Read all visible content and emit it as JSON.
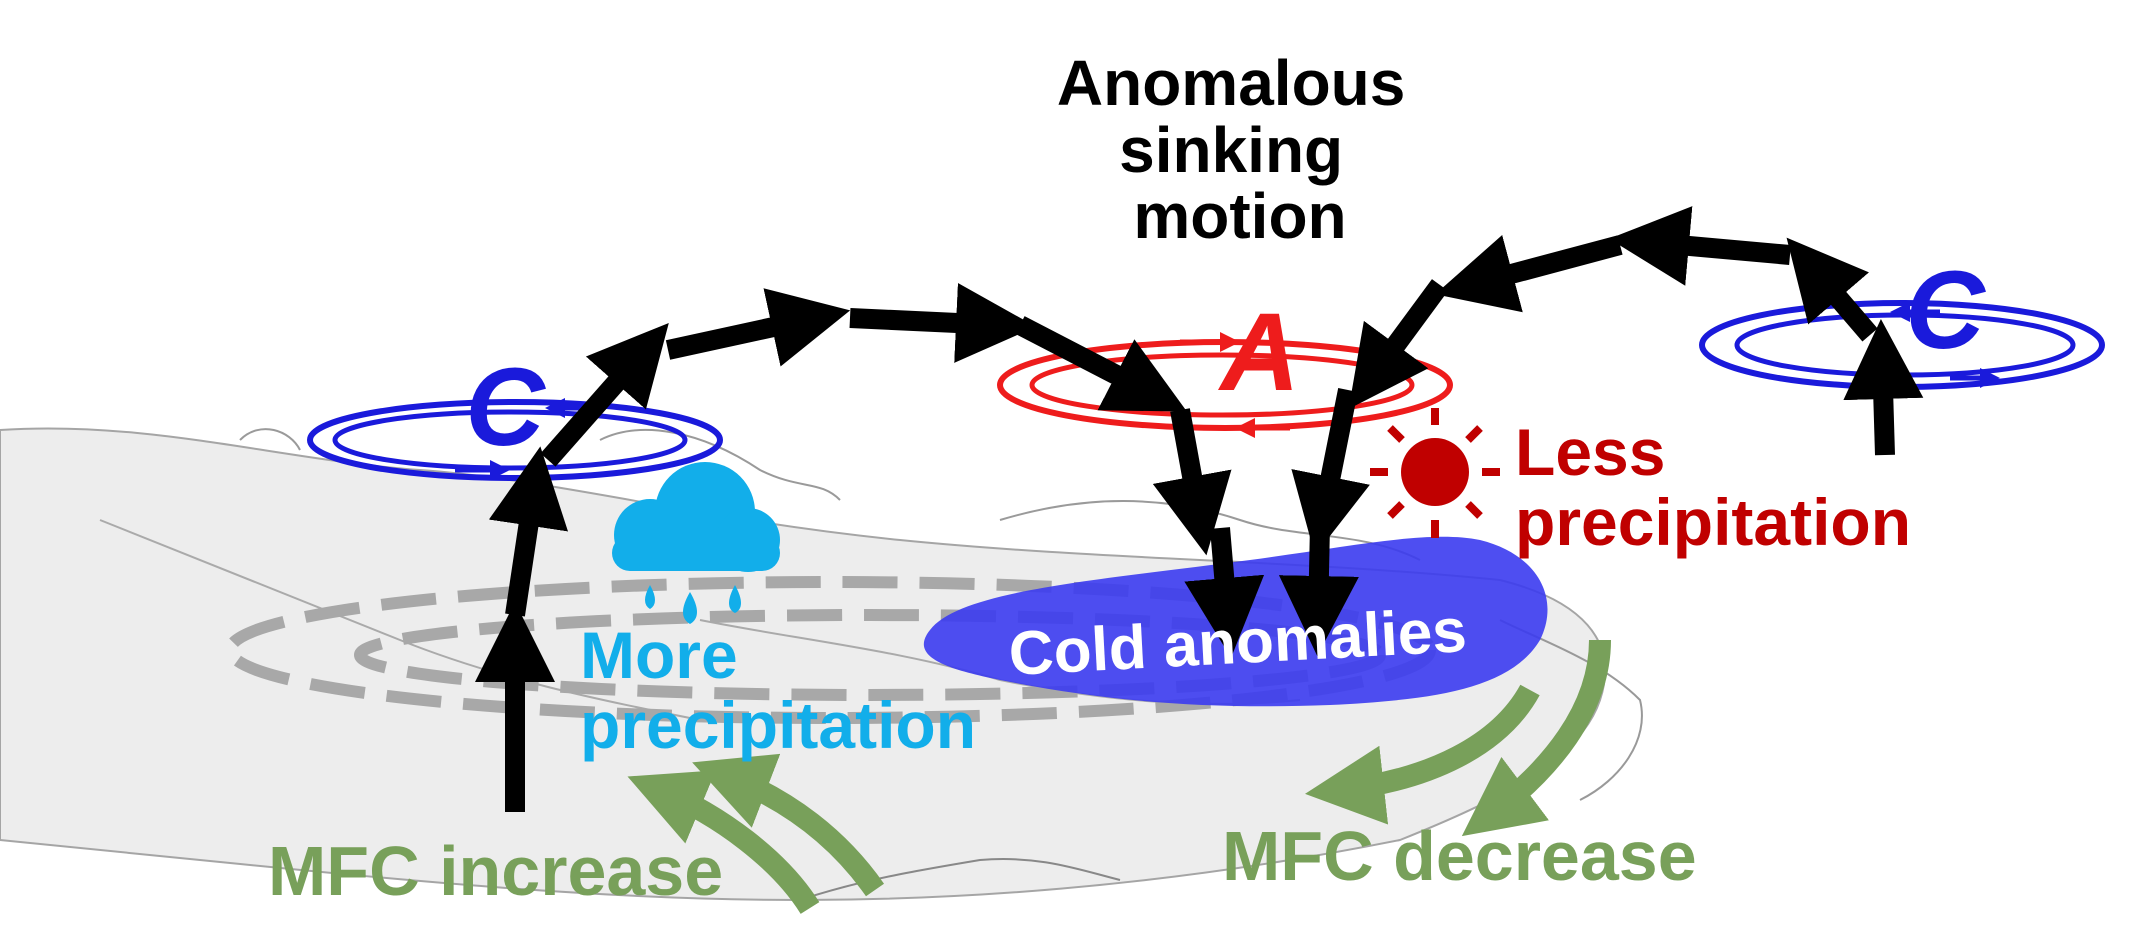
{
  "title": {
    "line1": "Anomalous",
    "line2": "sinking",
    "line3": "motion"
  },
  "labels": {
    "cyclone_west": "C",
    "cyclone_east": "C",
    "anticyclone": "A",
    "cold": "Cold anomalies",
    "more_precip_1": "More",
    "more_precip_2": "precipitation",
    "less_precip_1": "Less",
    "less_precip_2": "precipitation",
    "mfc_increase": "MFC increase",
    "mfc_decrease": "MFC decrease"
  },
  "colors": {
    "cyclone": "#1a1adb",
    "anticyclone": "#ee1c1c",
    "more_precip": "#12aeea",
    "less_precip": "#c00000",
    "mfc": "#78a05a",
    "cold_fill": "#3b3bf0",
    "arrow": "#000000",
    "map": "#9a9a9a"
  },
  "icons": {
    "rain": "rain-cloud-icon",
    "sun": "sun-icon"
  }
}
